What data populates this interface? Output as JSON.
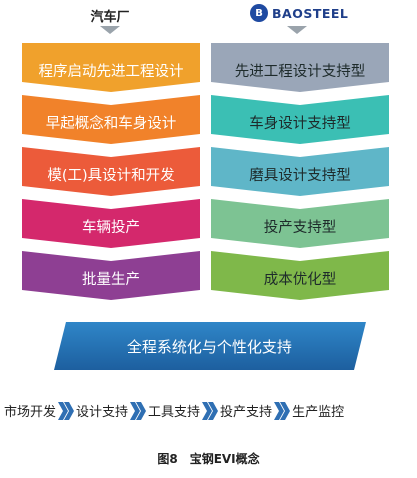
{
  "left_column": {
    "title": "汽车厂",
    "stages": [
      {
        "label": "程序启动先进工程设计",
        "color": "#f0a12c"
      },
      {
        "label": "早起概念和车身设计",
        "color": "#f1822a"
      },
      {
        "label": "模(工)具设计和开发",
        "color": "#ec5b3a"
      },
      {
        "label": "车辆投产",
        "color": "#d4286c"
      },
      {
        "label": "批量生产",
        "color": "#8e3f93"
      }
    ]
  },
  "right_column": {
    "logo_text": "BAOSTEEL",
    "logo_mark": "B",
    "stages": [
      {
        "label": "先进工程设计支持型",
        "color": "#9aa6b8"
      },
      {
        "label": "车身设计支持型",
        "color": "#3bbfb4"
      },
      {
        "label": "磨具设计支持型",
        "color": "#5fb6c8"
      },
      {
        "label": "投产支持型",
        "color": "#7dc393"
      },
      {
        "label": "成本优化型",
        "color": "#7fb84a"
      }
    ]
  },
  "banner": {
    "label": "全程系统化与个性化支持"
  },
  "flow": {
    "steps": [
      "市场开发",
      "设计支持",
      "工具支持",
      "投产支持",
      "生产监控"
    ],
    "arrow_color": "#2f6fb3"
  },
  "caption": "图8　宝钢EVI概念"
}
